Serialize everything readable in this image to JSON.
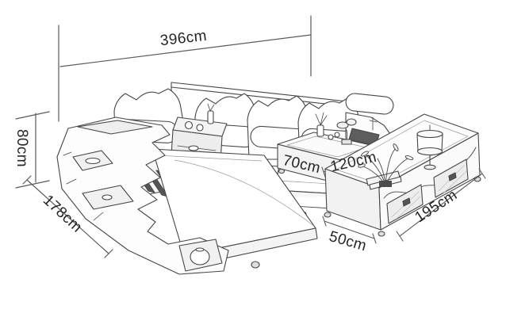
{
  "colors": {
    "background": "#ffffff",
    "line_art": "#474747",
    "dimension_line": "#5a5a5a",
    "label_text": "#262626"
  },
  "diagram": {
    "sofa": {
      "width_label": "396cm",
      "height_label": "80cm",
      "chaise_depth_label": "178cm"
    },
    "coffee_table": {
      "depth_label": "70cm",
      "width_label": "120cm"
    },
    "tv_stand": {
      "depth_label": "50cm",
      "width_label": "195cm"
    }
  }
}
